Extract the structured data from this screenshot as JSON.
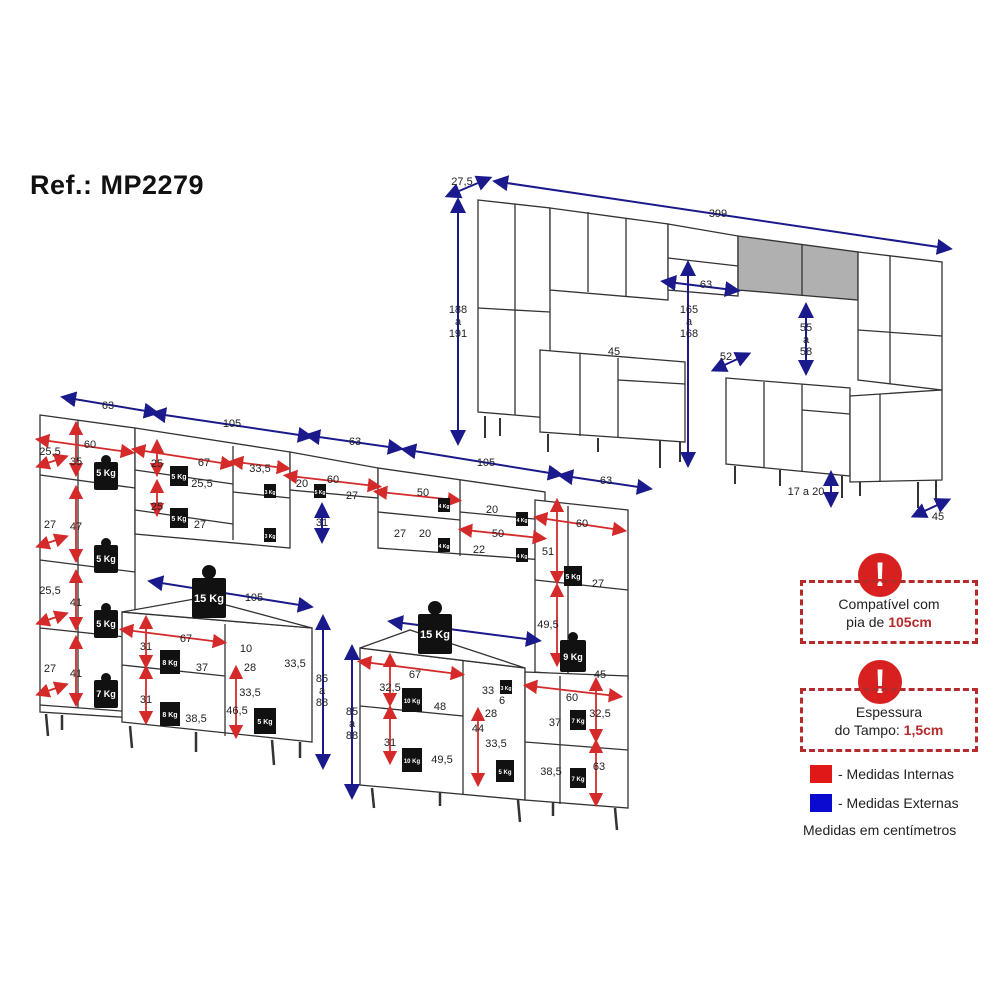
{
  "header": {
    "title": "Ref.: MP2279"
  },
  "colors": {
    "internal": "#d42a2a",
    "external": "#1a1a8c",
    "warning": "#d82020",
    "warning_border": "#b52a2a",
    "glass": "#b0b0b0",
    "weight_tag": "#111111"
  },
  "overview": {
    "total_width": "399",
    "upper_depth": "27,5",
    "height": [
      "188",
      "a",
      "191"
    ],
    "upper_height": [
      "165",
      "a",
      "168"
    ],
    "niche_width": "63",
    "gap_height": [
      "55",
      "a",
      "58"
    ],
    "counter_depth_left": "45",
    "counter_depth_right": "52",
    "leg_height": "17 a 20",
    "base_depth": "45"
  },
  "modules": {
    "tall_left": {
      "width": "63",
      "internal_width": "60",
      "depths": [
        "25,5",
        "27",
        "25,5",
        "27"
      ],
      "heights": [
        "35",
        "47",
        "41",
        "41"
      ],
      "loads": [
        "5 Kg",
        "5 Kg",
        "5 Kg",
        "7 Kg"
      ]
    },
    "upper_105_left": {
      "width": "105",
      "internal_width": "67",
      "niche_width": "33,5",
      "heights": [
        "25",
        "25"
      ],
      "depths": [
        "25,5",
        "27"
      ],
      "loads": [
        "5 Kg",
        "5 Kg",
        "3 Kg",
        "3 Kg"
      ]
    },
    "upper_63_mid": {
      "width": "63",
      "internal_width": "60",
      "height": "20",
      "depth": "27",
      "clearance": "31",
      "load": "5 Kg"
    },
    "upper_105_right": {
      "width": "105",
      "internal_widths": [
        "50",
        "50"
      ],
      "heights": [
        "20",
        "20"
      ],
      "depths": [
        "27",
        "22"
      ],
      "loads": [
        "4 Kg",
        "4 Kg",
        "4 Kg",
        "4 Kg"
      ]
    },
    "tall_right": {
      "width": "63",
      "internal_width": "60",
      "heights": [
        "51",
        "49,5"
      ],
      "depths": [
        "27",
        "45"
      ],
      "loads": [
        "5 Kg",
        "9 Kg"
      ]
    },
    "base_left": {
      "top_width": "105",
      "top_load": "15 Kg",
      "height": [
        "85",
        "a",
        "88"
      ],
      "internal_width": "67",
      "heights": [
        "31",
        "31"
      ],
      "depths": [
        "37",
        "38,5"
      ],
      "loads": [
        "8 Kg",
        "8 Kg",
        "5 Kg"
      ],
      "drawer": {
        "height": "10",
        "width": "28",
        "depth": "33,5"
      },
      "side_width": "33,5",
      "side_height": "46,5",
      "side_depth": "33,5"
    },
    "base_sink": {
      "top_width": "105",
      "top_load": "15 Kg",
      "height": [
        "85",
        "a",
        "88"
      ],
      "internal_width": "67",
      "heights": [
        "32,5",
        "31"
      ],
      "depths": [
        "48",
        "49,5"
      ],
      "loads": [
        "10 Kg",
        "10 Kg",
        "3 Kg",
        "5 Kg"
      ],
      "drawer": {
        "depth": "33",
        "height": "6",
        "width": "28"
      },
      "side_height": "44",
      "side_width": "33,5"
    },
    "base_right": {
      "internal_width": "60",
      "heights": [
        "32,5",
        "63"
      ],
      "depths": [
        "37",
        "38,5"
      ],
      "loads": [
        "7 Kg",
        "7 Kg"
      ]
    }
  },
  "notes": [
    {
      "line1": "Compatível com",
      "line2_prefix": "pia de ",
      "line2_highlight": "105cm"
    },
    {
      "line1": "Espessura",
      "line2_prefix": "do Tampo: ",
      "line2_highlight": "1,5cm"
    }
  ],
  "legend": [
    {
      "label": "- Medidas Internas",
      "color": "#e01818"
    },
    {
      "label": "- Medidas Externas",
      "color": "#0a0ad0"
    }
  ],
  "units_note": "Medidas em centímetros"
}
